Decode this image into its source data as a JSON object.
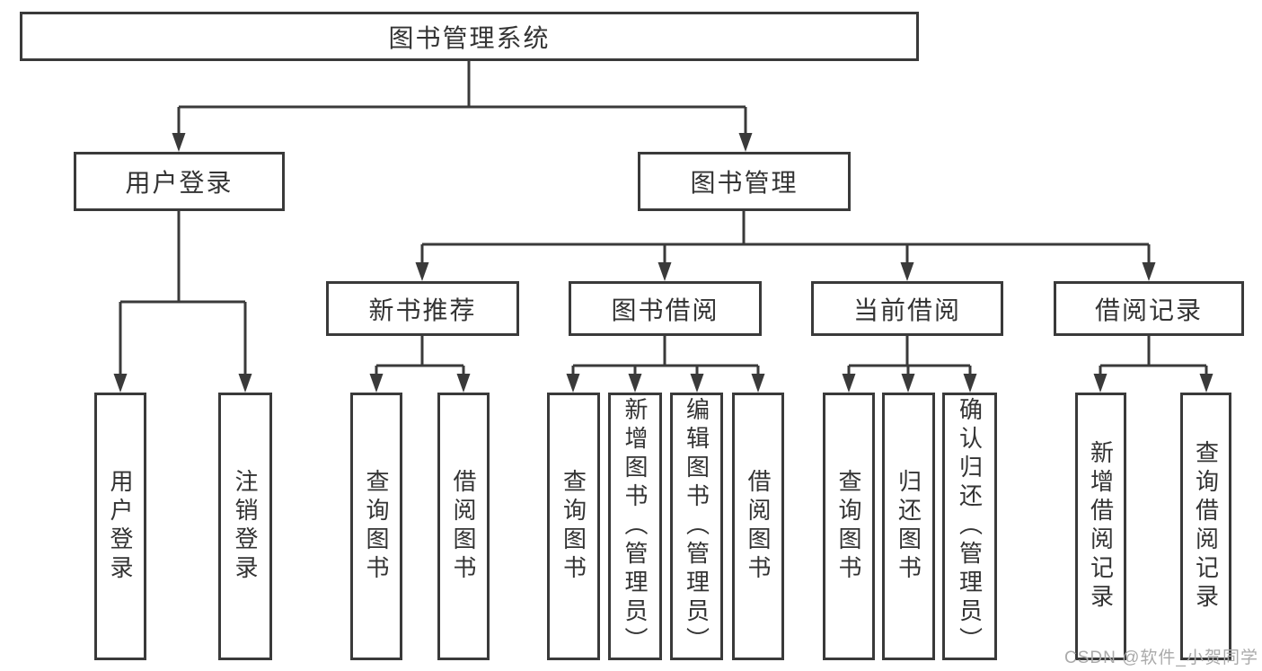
{
  "diagram": {
    "title": "图书管理系统",
    "root": {
      "label": "图书管理系统"
    },
    "branches": [
      {
        "label": "用户登录",
        "children": [
          {
            "label": "用户登录"
          },
          {
            "label": "注销登录"
          }
        ]
      },
      {
        "label": "图书管理",
        "children": [
          {
            "label": "新书推荐",
            "children": [
              {
                "label": "查询图书"
              },
              {
                "label": "借阅图书"
              }
            ]
          },
          {
            "label": "图书借阅",
            "children": [
              {
                "label": "查询图书"
              },
              {
                "label": "新增图书（管理员）"
              },
              {
                "label": "编辑图书（管理员）"
              },
              {
                "label": "借阅图书"
              }
            ]
          },
          {
            "label": "当前借阅",
            "children": [
              {
                "label": "查询图书"
              },
              {
                "label": "归还图书"
              },
              {
                "label": "确认归还（管理员）"
              }
            ]
          },
          {
            "label": "借阅记录",
            "children": [
              {
                "label": "新增借阅记录"
              },
              {
                "label": "查询借阅记录"
              }
            ]
          }
        ]
      }
    ]
  },
  "watermark": {
    "text": "CSDN @软件_小贺同学"
  },
  "colors": {
    "line": "#3a3a3a",
    "text": "#333333",
    "watermark_text": "#aaaaaa",
    "background": "#ffffff"
  }
}
